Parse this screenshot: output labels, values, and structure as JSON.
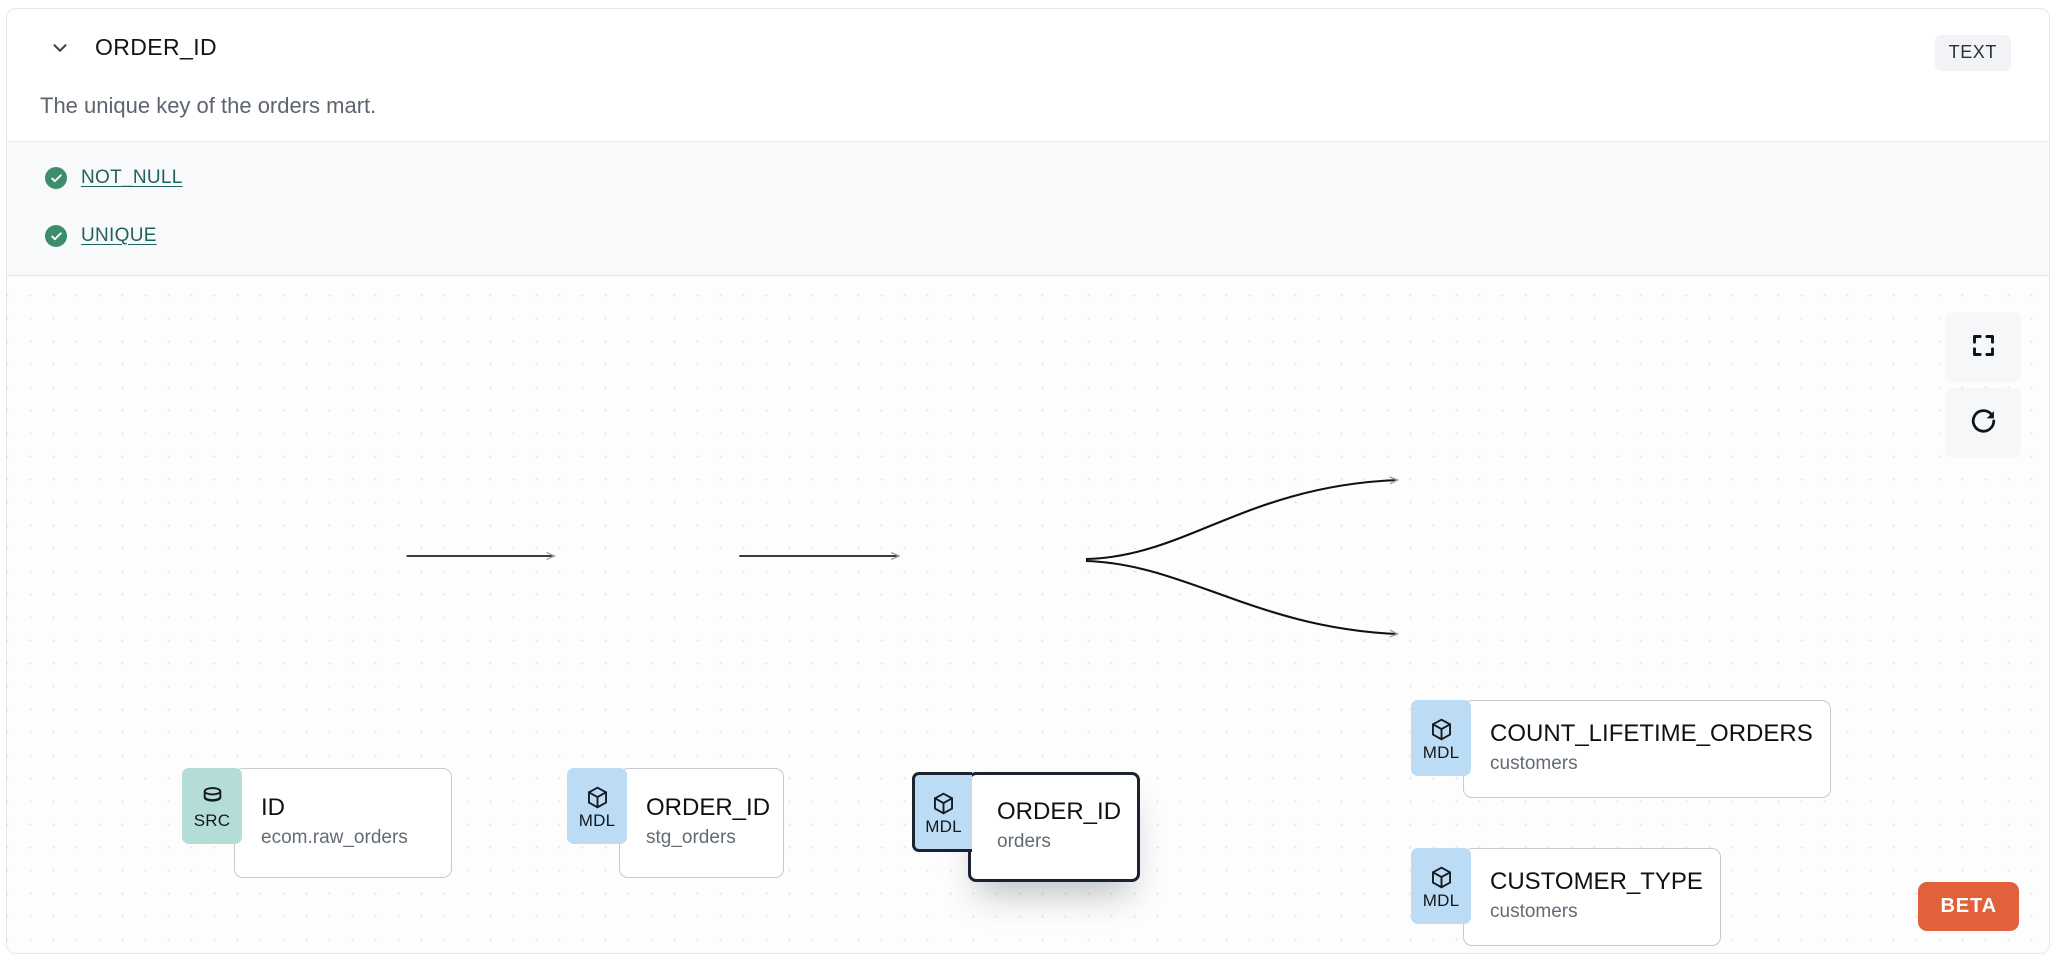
{
  "header": {
    "collapse_icon": "chevron-down-icon",
    "title": "ORDER_ID",
    "type_badge": "TEXT",
    "description": "The unique key of the orders mart."
  },
  "tests": {
    "items": [
      {
        "icon": "check-circle-icon",
        "label": "NOT_NULL",
        "status": "passed"
      },
      {
        "icon": "check-circle-icon",
        "label": "UNIQUE",
        "status": "passed"
      }
    ],
    "status_color": "#3c8d6b",
    "link_color": "#21625e"
  },
  "lineage": {
    "nodes": [
      {
        "id": "src",
        "badge": "SRC",
        "badge_icon": "database-icon",
        "badge_color": "#b4ddd7",
        "name": "ID",
        "resource": "ecom.raw_orders",
        "selected": false
      },
      {
        "id": "stg",
        "badge": "MDL",
        "badge_icon": "cube-icon",
        "badge_color": "#bcdcf5",
        "name": "ORDER_ID",
        "resource": "stg_orders",
        "selected": false
      },
      {
        "id": "orders",
        "badge": "MDL",
        "badge_icon": "cube-icon",
        "badge_color": "#bcdcf5",
        "name": "ORDER_ID",
        "resource": "orders",
        "selected": true
      },
      {
        "id": "count",
        "badge": "MDL",
        "badge_icon": "cube-icon",
        "badge_color": "#bcdcf5",
        "name": "COUNT_LIFETIME_ORDERS",
        "resource": "customers",
        "selected": false
      },
      {
        "id": "custtype",
        "badge": "MDL",
        "badge_icon": "cube-icon",
        "badge_color": "#bcdcf5",
        "name": "CUSTOMER_TYPE",
        "resource": "customers",
        "selected": false
      }
    ],
    "edges": [
      {
        "from": "src",
        "to": "stg"
      },
      {
        "from": "stg",
        "to": "orders"
      },
      {
        "from": "orders",
        "to": "count"
      },
      {
        "from": "orders",
        "to": "custtype"
      }
    ]
  },
  "controls": {
    "fit_icon": "fullscreen-icon",
    "refresh_icon": "refresh-icon"
  },
  "beta": {
    "label": "BETA",
    "color": "#e2613d"
  }
}
